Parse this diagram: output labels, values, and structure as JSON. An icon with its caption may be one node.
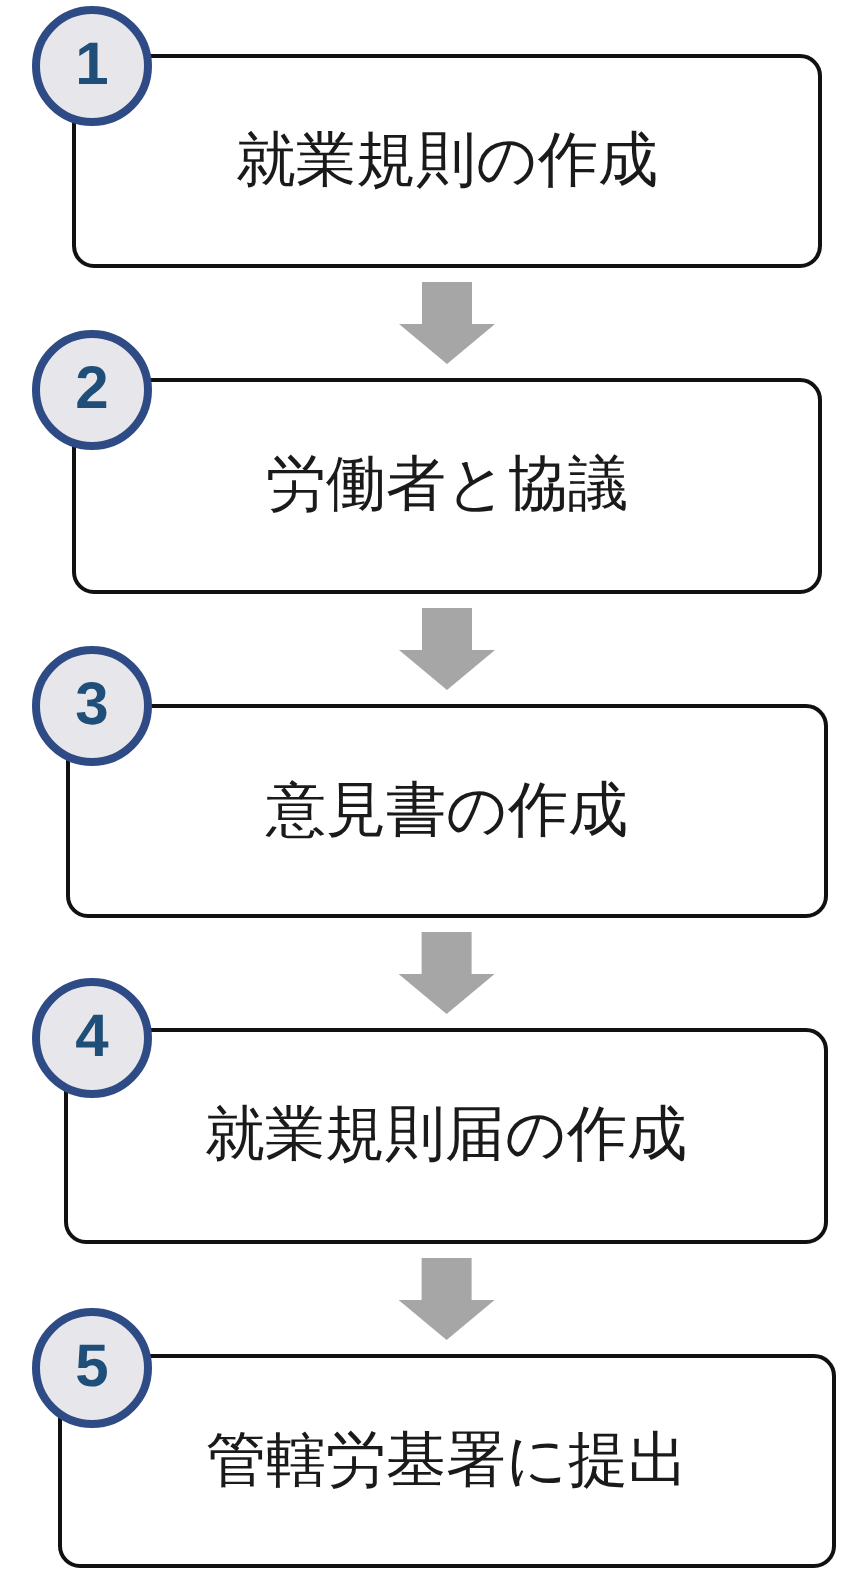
{
  "diagram": {
    "nodes": [
      {
        "text": [
          "1"
        ]
      },
      {
        "text": [
          "就業規則の作成"
        ]
      },
      {
        "text": [
          "2"
        ]
      },
      {
        "text": [
          "労働者と協議"
        ]
      },
      {
        "text": [
          "3"
        ]
      },
      {
        "text": [
          "意見書の作成"
        ]
      },
      {
        "text": [
          "4"
        ]
      },
      {
        "text": [
          "就業規則届の作成"
        ]
      },
      {
        "text": [
          "5"
        ]
      },
      {
        "text": [
          "管轄労基署に提出"
        ]
      }
    ],
    "edges": [
      {
        "from": 1,
        "to": 3,
        "arrow": "to"
      },
      {
        "from": 3,
        "to": 5,
        "arrow": "to"
      },
      {
        "from": 5,
        "to": 7,
        "arrow": "to"
      },
      {
        "from": 7,
        "to": 9,
        "arrow": "to"
      }
    ]
  }
}
